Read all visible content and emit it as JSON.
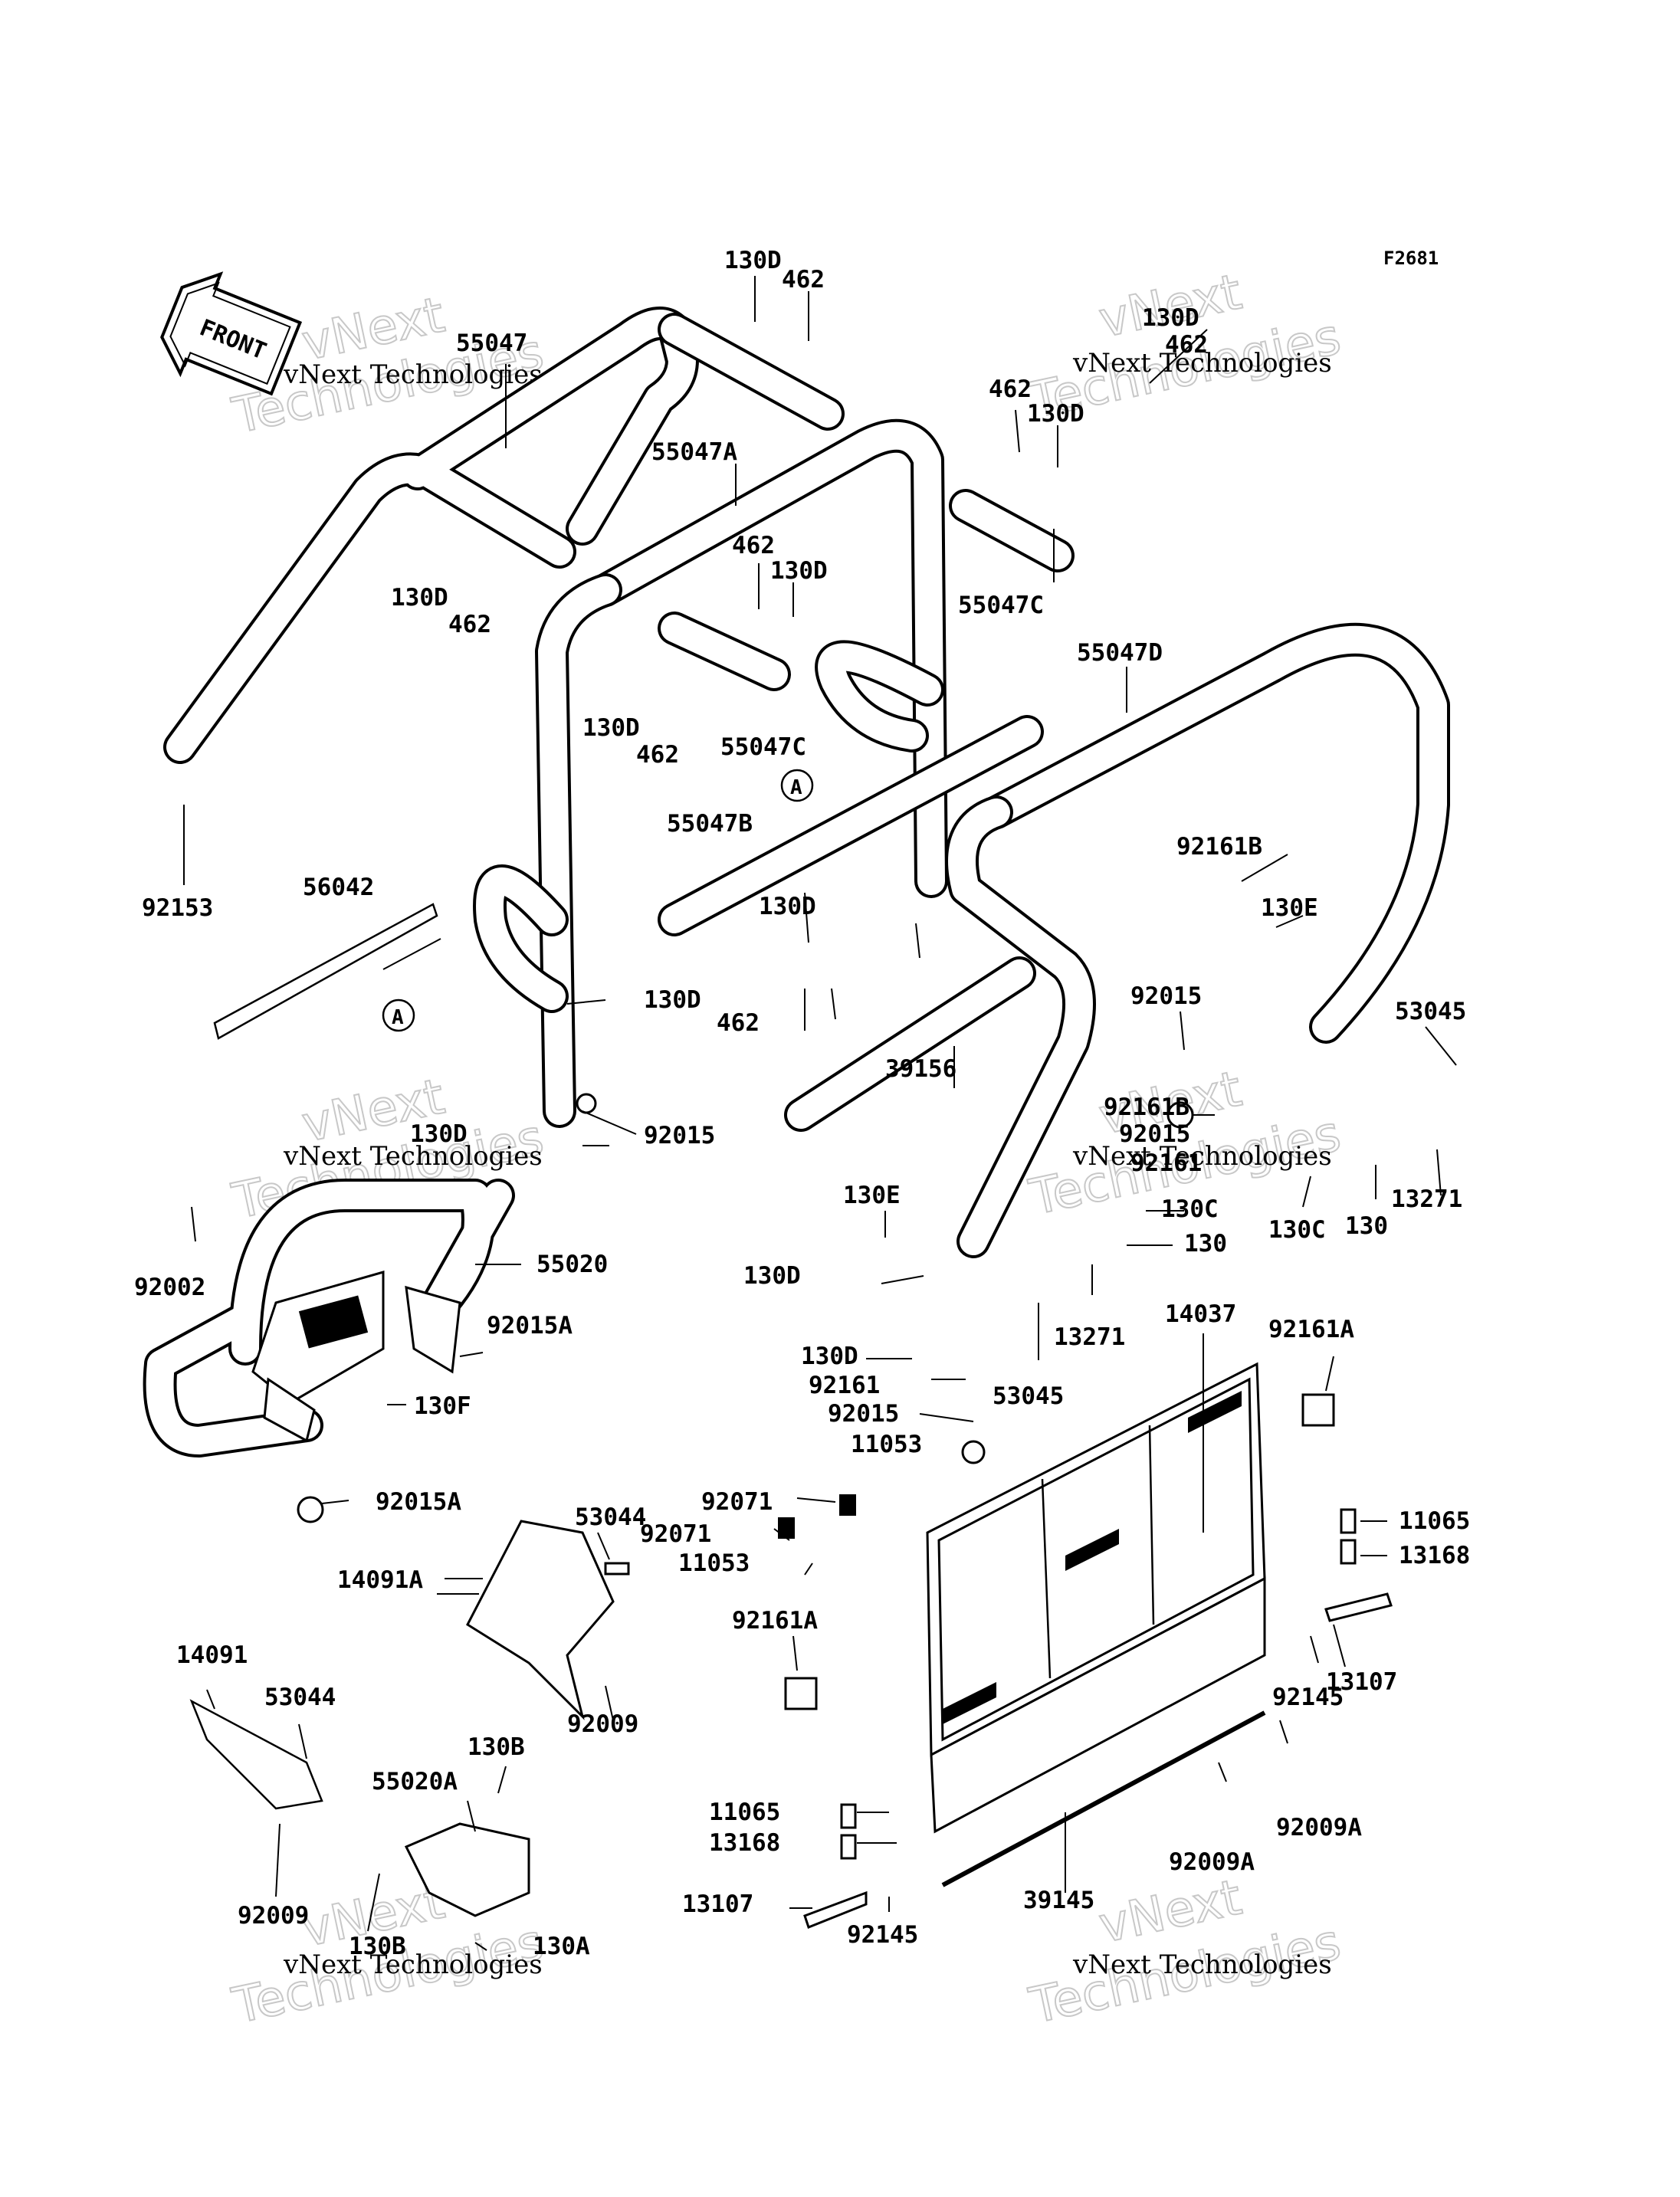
{
  "figure_code": "F2681",
  "front_label": "FRONT",
  "callout_letter": "A",
  "watermark": {
    "line1": "vNext Technologies",
    "line2": "Technologies",
    "line3": "vNext"
  },
  "parts": {
    "p55047": "55047",
    "p55047A": "55047A",
    "p55047B": "55047B",
    "p55047C": "55047C",
    "p55047D": "55047D",
    "p130D": "130D",
    "p130E": "130E",
    "p130C": "130C",
    "p130": "130",
    "p130F": "130F",
    "p130B": "130B",
    "p130A": "130A",
    "p462": "462",
    "p92153": "92153",
    "p56042": "56042",
    "p39156": "39156",
    "p92015": "92015",
    "p92015A": "92015A",
    "p92161B": "92161B",
    "p92161": "92161",
    "p92161A": "92161A",
    "p53045": "53045",
    "p13271": "13271",
    "p92002": "92002",
    "p55020": "55020",
    "p55020A": "55020A",
    "p14037": "14037",
    "p11053": "11053",
    "p92071": "92071",
    "p53044": "53044",
    "p14091A": "14091A",
    "p14091": "14091",
    "p92009": "92009",
    "p92009A": "92009A",
    "p11065": "11065",
    "p13168": "13168",
    "p13107": "13107",
    "p92145": "92145",
    "p39145": "39145"
  }
}
